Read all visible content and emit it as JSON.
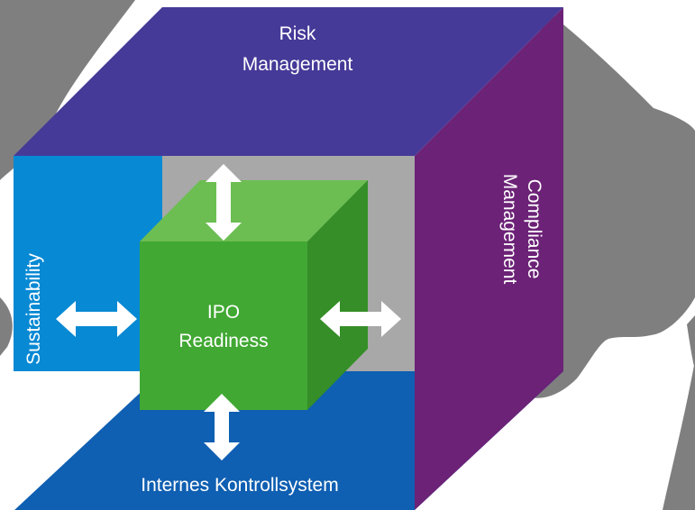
{
  "faces": {
    "top": {
      "line1": "Risk",
      "line2": "Management",
      "color": "#453A98"
    },
    "right": {
      "line1": "Compliance",
      "line2": "Management",
      "color": "#6C2277"
    },
    "left": {
      "label": "Sustainability",
      "color": "#0889D4"
    },
    "bottom": {
      "label": "Internes Kontrollsystem",
      "color": "#0F5FB2"
    },
    "back": {
      "color": "#A8A8A8"
    }
  },
  "center_cube": {
    "line1": "IPO",
    "line2": "Readiness",
    "front_color": "#41A833",
    "top_color": "#6CBE52",
    "side_color": "#358E27"
  },
  "background_shape_color": "#7F7F7F",
  "arrow_color": "#FFFFFF"
}
